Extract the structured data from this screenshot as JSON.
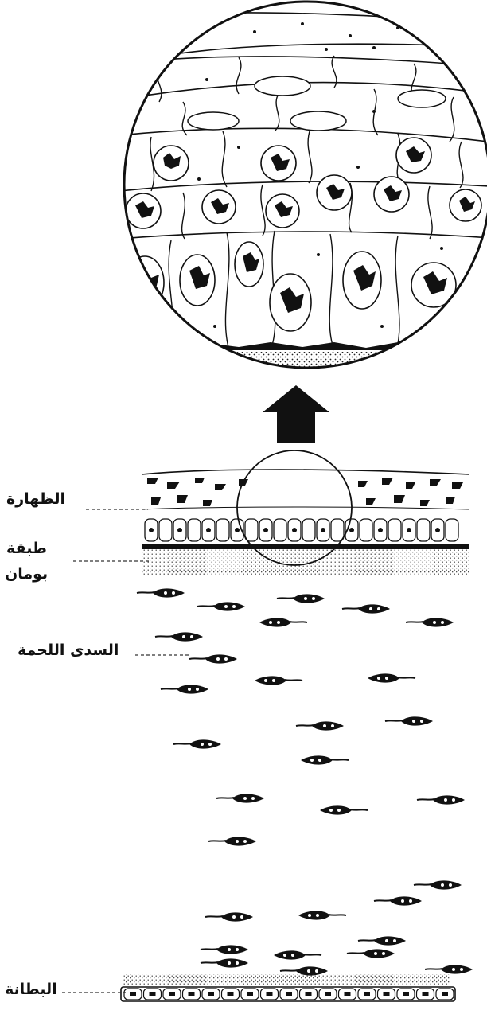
{
  "labels": {
    "epithelium": "الظهارة",
    "bowman_line1": "طبقة",
    "bowman_line2": "بومان",
    "stroma": "السدى اللحمة",
    "endothelium": "البطانة"
  }
}
